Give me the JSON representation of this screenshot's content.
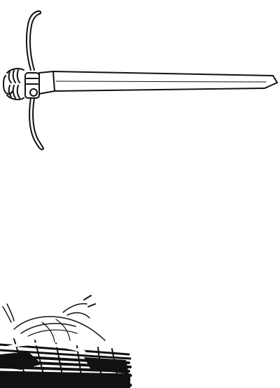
{
  "scene": {
    "background_color": "#ffffff",
    "ink_color": "#111111",
    "illustrations": [
      {
        "subject": "sword-with-curved-crossguard",
        "style": "pen-and-ink line drawing"
      },
      {
        "subject": "straw-bundle-sketch",
        "style": "pen-and-ink hatching"
      }
    ]
  }
}
